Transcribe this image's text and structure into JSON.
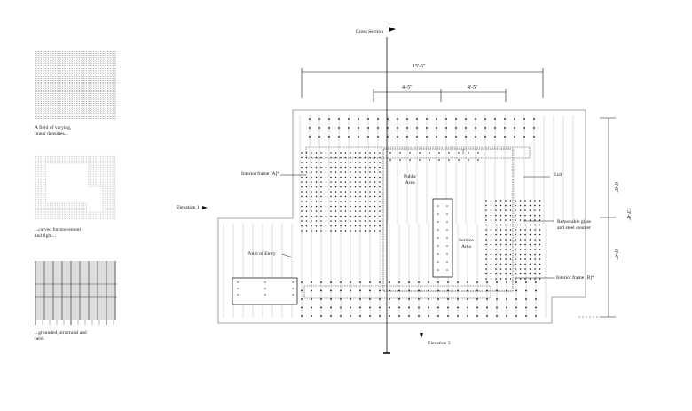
{
  "left_panel": {
    "caption_1": [
      "A field of varying,",
      "linear densities..."
    ],
    "caption_2": [
      "...carved for movement",
      "and light..."
    ],
    "caption_3": [
      "...grounded, structural and",
      "held."
    ]
  },
  "plan": {
    "section_label": "Cross Section",
    "elevation_1": "Elevation 1",
    "elevation_2": "Elevation 2",
    "interior_frame_a": "Interior frame [A]*",
    "interior_frame_b": "Interior frame [B]*",
    "public_area": [
      "Public",
      "Area"
    ],
    "service_area": [
      "Service",
      "Area"
    ],
    "point_of_entry": "Point of Entry",
    "exit": "Exit",
    "counter_note": [
      "Removable glass",
      "and  steel counter"
    ]
  },
  "dimensions": {
    "overall_width": "15'-6\"",
    "bay_left": "4'-5\"",
    "bay_right": "4'-5\"",
    "height_top": "6'-6\"",
    "height_total": "13'-0\"",
    "height_bottom": "6'-6\""
  },
  "colors": {
    "ink": "#111111",
    "line": "#7a7a7a",
    "light": "#bdbdbd"
  }
}
